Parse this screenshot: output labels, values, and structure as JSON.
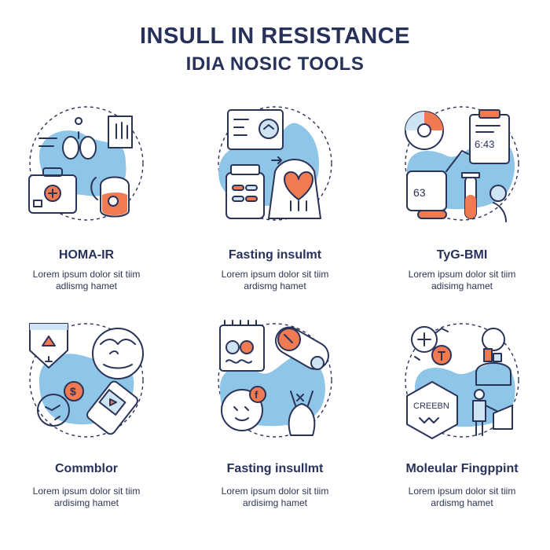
{
  "header": {
    "title_line1": "INSULL IN RESISTANCE",
    "title_line2": "IDIA NOSIC TOOLS"
  },
  "cards": [
    {
      "title": "HOMA-IR",
      "desc_line1": "Lorem ipsum dolor sit tiim",
      "desc_line2": "adlismg hamet",
      "icon": "clinical-kit-icon"
    },
    {
      "title": "Fasting insulmt",
      "desc_line1": "Lorem ipsum dolor sit tiim",
      "desc_line2": "ardismg hamet",
      "icon": "lab-test-icon"
    },
    {
      "title": "TyG-BMI",
      "desc_line1": "Lorem ipsum dolor sit tiim",
      "desc_line2": "adisimg hamet",
      "icon": "report-analysis-icon"
    },
    {
      "title": "Commblor",
      "desc_line1": "Lorem ipsum dolor sit tiim",
      "desc_line2": "ardisimg hamet",
      "icon": "calculator-device-icon"
    },
    {
      "title": "Fasting insullmt",
      "desc_line1": "Lorem ipsum dolor sit tiim",
      "desc_line2": "ardisimg hamet",
      "icon": "patient-monitor-icon"
    },
    {
      "title": "Moleular Fingppint",
      "desc_line1": "Lorem ipsum dolor sit tiim",
      "desc_line2": "ardismg hamet",
      "icon": "molecular-fingerprint-icon"
    }
  ],
  "icon_texts": {
    "card3_clock": "6:43",
    "card3_tablet": "63",
    "card6_hex": "CREEBN",
    "card4_coin": "$",
    "card5_f": "f"
  },
  "colors": {
    "navy": "#27325a",
    "blue": "#8fc5e6",
    "orange": "#f07a52"
  }
}
